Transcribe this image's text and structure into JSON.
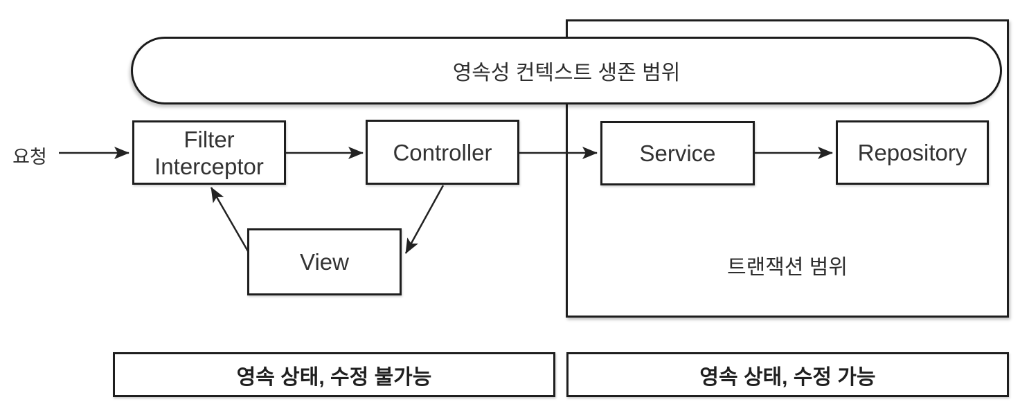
{
  "diagram": {
    "request_label": "요청",
    "persistence_context_label": "영속성 컨텍스트 생존 범위",
    "transaction_scope_label": "트랜잭션 범위",
    "nodes": {
      "filter_line1": "Filter",
      "filter_line2": "Interceptor",
      "controller": "Controller",
      "service": "Service",
      "repository": "Repository",
      "view": "View"
    },
    "footer_left_label": "영속 상태, 수정 불가능",
    "footer_right_label": "영속 상태, 수정 가능",
    "colors": {
      "border": "#1e1e1e",
      "text": "#2e2e2e",
      "background": "#ffffff"
    }
  }
}
